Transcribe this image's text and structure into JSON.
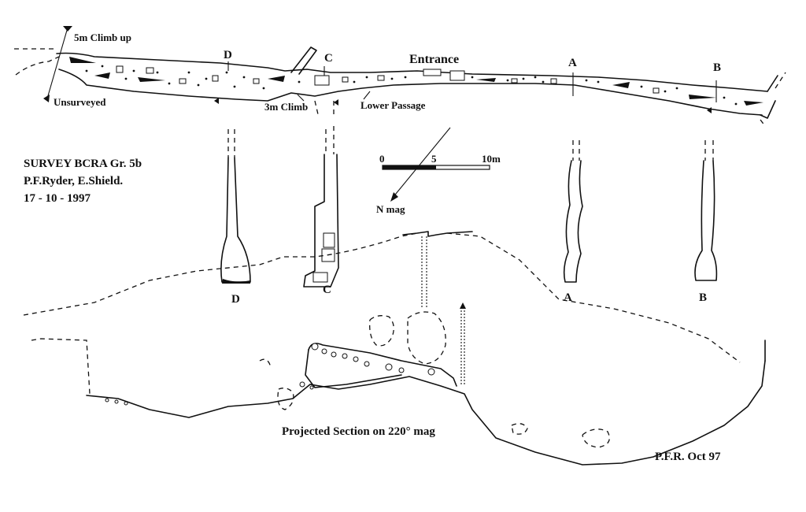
{
  "plan_labels": {
    "climb_up": "5m Climb up",
    "unsurveyed": "Unsurveyed",
    "d": "D",
    "c": "C",
    "entrance": "Entrance",
    "a": "A",
    "b": "B",
    "three_m_climb": "3m Climb",
    "lower_passage": "Lower Passage"
  },
  "survey_info": {
    "grade": "SURVEY  BCRA  Gr. 5b",
    "surveyors": "P.F.Ryder, E.Shield.",
    "date": "17 - 10 - 1997"
  },
  "scale_bar": {
    "label_0": "0",
    "label_5": "5",
    "label_10": "10m"
  },
  "north_arrow": {
    "label": "N mag"
  },
  "cross_sections": {
    "d": "D",
    "c": "C",
    "a": "A",
    "b": "B"
  },
  "section": {
    "title": "Projected Section on 220° mag"
  },
  "credit": {
    "text": "P.F.R.  Oct 97"
  }
}
